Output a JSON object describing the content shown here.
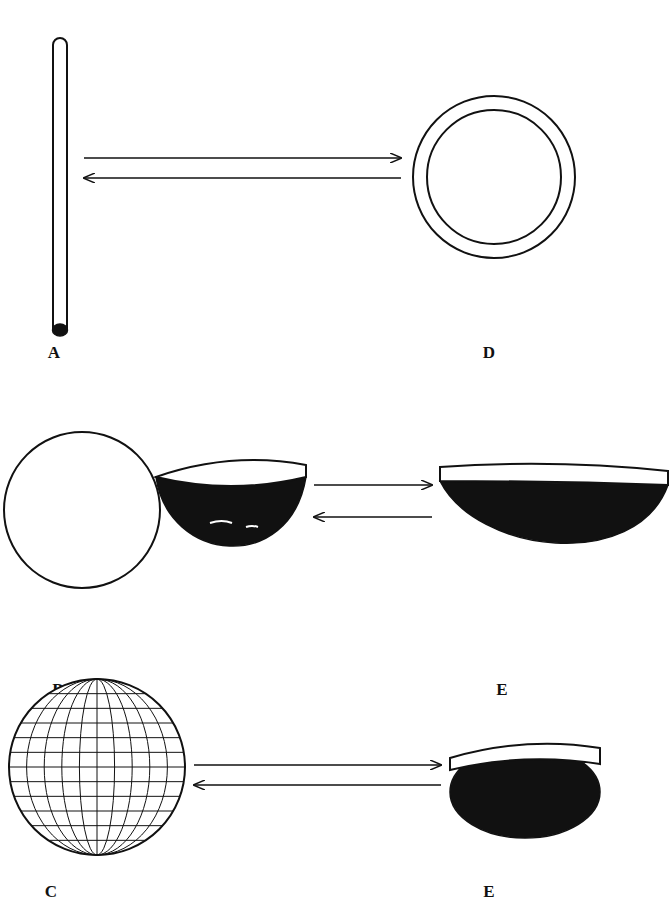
{
  "diagram": {
    "nodes": [
      {
        "text": [
          "A"
        ]
      },
      {
        "text": [
          "D"
        ]
      },
      {
        "text": [
          "B"
        ]
      },
      {
        "text": [
          "E"
        ]
      },
      {
        "text": [
          "C"
        ]
      },
      {
        "text": [
          "E"
        ]
      }
    ],
    "edges": [
      {
        "from": 0,
        "to": 1,
        "arrow": "to"
      },
      {
        "from": 1,
        "to": 0,
        "arrow": "to"
      },
      {
        "from": 2,
        "to": 3,
        "arrow": "to"
      },
      {
        "from": 3,
        "to": 2,
        "arrow": "to"
      },
      {
        "from": 4,
        "to": 5,
        "arrow": "to"
      },
      {
        "from": 5,
        "to": 4,
        "arrow": "to"
      }
    ]
  }
}
